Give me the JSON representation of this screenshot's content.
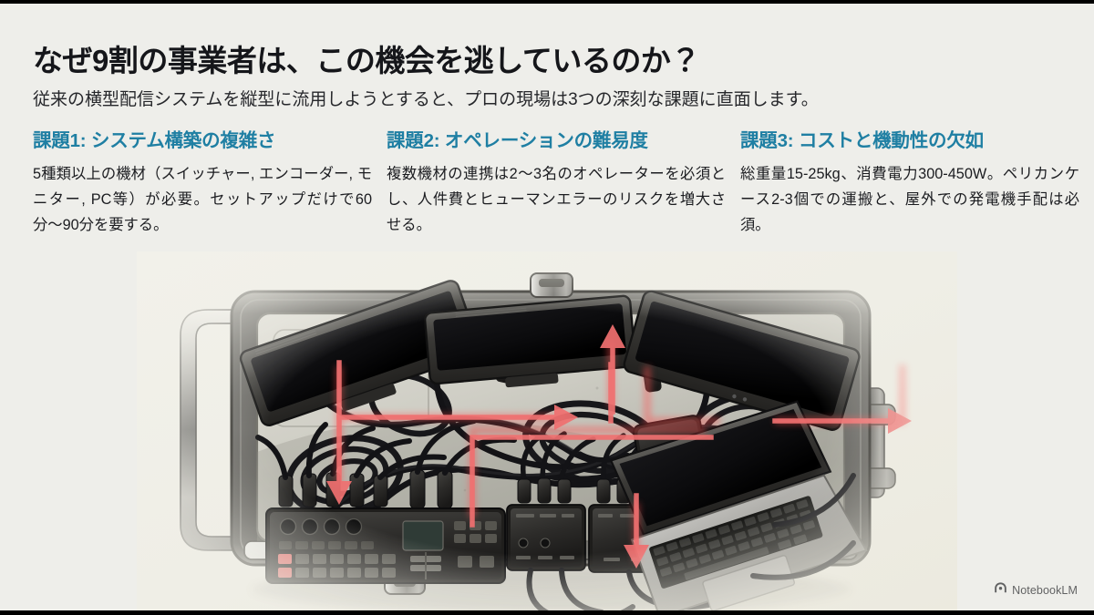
{
  "slide": {
    "background_color": "#eeeeea",
    "title": "なぜ9割の事業者は、この機会を逃しているのか？",
    "subtitle": "従来の横型配信システムを縦型に流用しようとすると、プロの現場は3つの深刻な課題に直面します。"
  },
  "theme": {
    "heading_color": "#1f7fa3",
    "title_color": "#15161a",
    "body_color": "#1b1c20",
    "accent_arrow_color": "#f05a5a",
    "letterbox_color": "#000000"
  },
  "columns": [
    {
      "heading": "課題1: システム構築の複雑さ",
      "body": "5種類以上の機材（スイッチャー, エンコーダー, モニター, PC等）が必要。セットアップだけで60分〜90分を要する。"
    },
    {
      "heading": "課題2: オペレーションの難易度",
      "body": "複数機材の連携は2〜3名のオペレーターを必須とし、人件費とヒューマンエラーのリスクを増大させる。"
    },
    {
      "heading": "課題3: コストと機動性の欠如",
      "body": "総重量15-25kg、消費電力300-450W。ペリカンケース2-3個での運搬と、屋外での発電機手配は必須。"
    }
  ],
  "illustration": {
    "alt": "ペリカンケースに詰め込まれた配信機材とケーブルの配線図",
    "style": "monochrome-sketch",
    "devices": [
      "monitor-left",
      "monitor-center",
      "monitor-right",
      "video-switcher",
      "encoder-box-1",
      "encoder-box-2",
      "laptop",
      "power-adapter"
    ],
    "overlay": "red-signal-flow-arrows"
  },
  "watermark": {
    "label": "NotebookLM",
    "icon": "notebooklm-logo-icon"
  }
}
